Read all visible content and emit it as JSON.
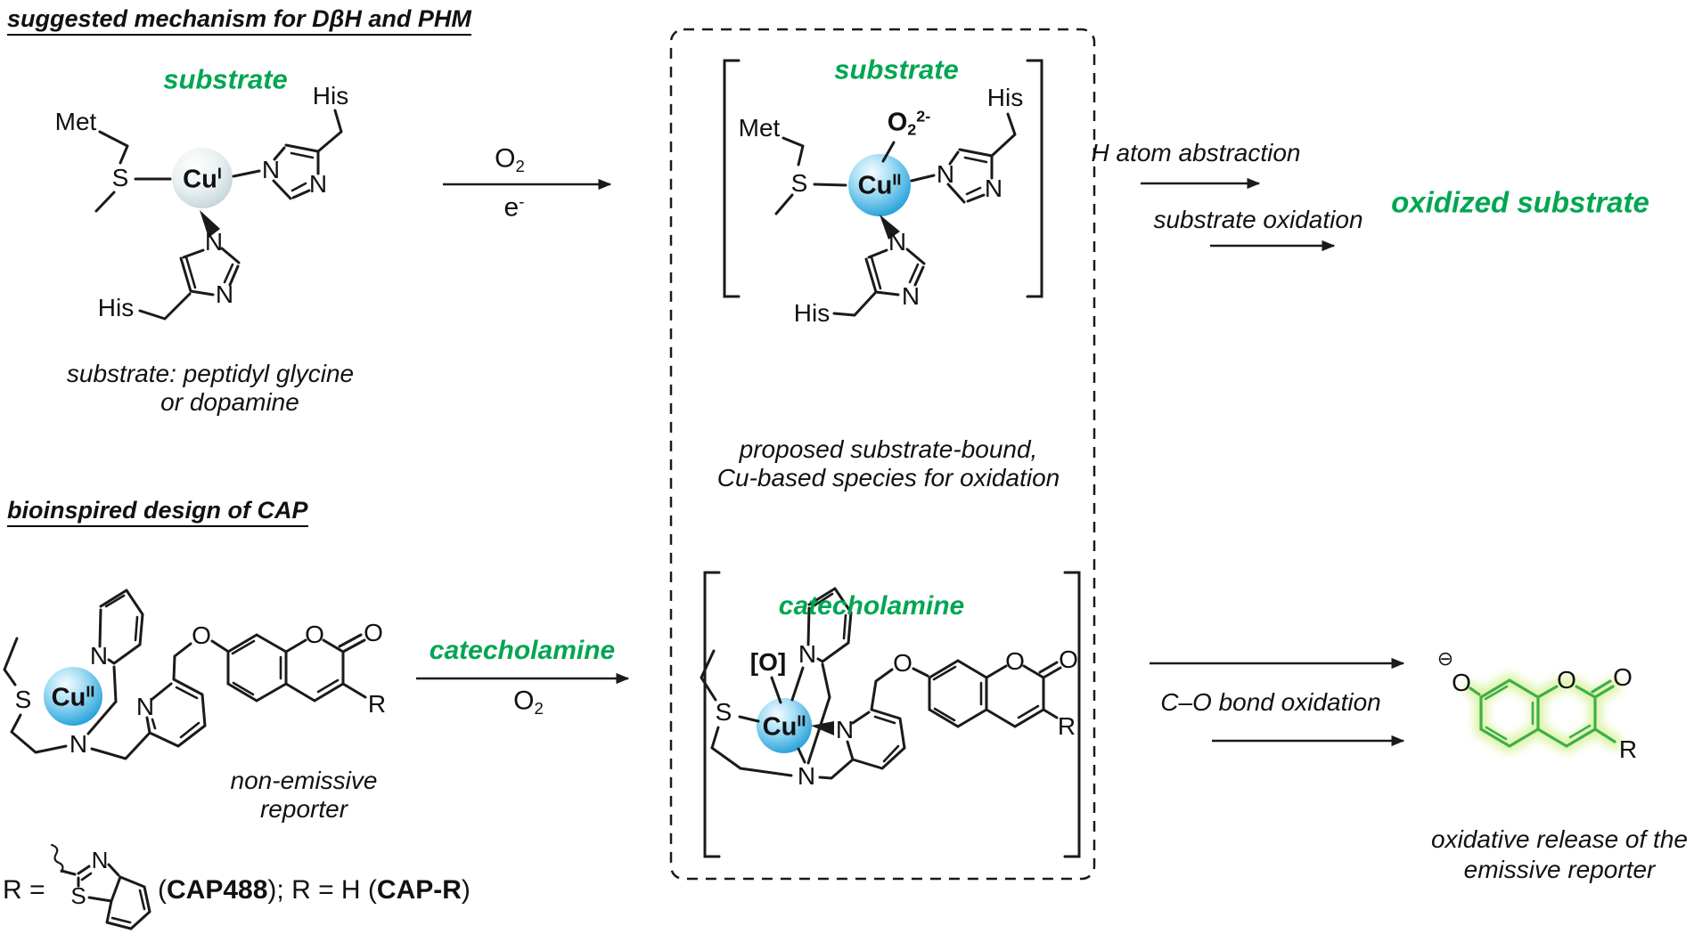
{
  "palette": {
    "green_text": "#00a651",
    "green_bond": "#3fae49",
    "glow_green": "#dbf3a5",
    "cu1_sphere": "#c3d3d8",
    "cu2_sphere": "#159ad6",
    "bond_black": "#1a1a1a"
  },
  "headers": {
    "mechanism_title": "suggested mechanism for DβH and PHM",
    "cap_title": "bioinspired design of CAP"
  },
  "green_labels": {
    "substrate": "substrate",
    "catecholamine": "catecholamine",
    "oxidized_substrate": "oxidized substrate"
  },
  "captions": {
    "substrate_line1": "substrate: peptidyl glycine",
    "substrate_line2": "or dopamine",
    "proposed_line1": "proposed substrate-bound,",
    "proposed_line2": "Cu-based species for oxidation",
    "nonemissive_line1": "non-emissive",
    "nonemissive_line2": "reporter",
    "release_line1": "oxidative release of the",
    "release_line2": "emissive reporter"
  },
  "arrows": {
    "h_abstraction": "H atom abstraction",
    "substrate_oxidation": "substrate oxidation",
    "co_bond_oxidation": "C–O bond oxidation"
  },
  "atoms": {
    "Met": "Met",
    "His": "His",
    "S": "S",
    "N": "N",
    "O": "O",
    "Cu": "Cu",
    "R": "R",
    "e": "e",
    "oxI": "I",
    "oxII": "II",
    "sub2": "2",
    "sup2minus": "2-",
    "supminus": "-",
    "oxo": "[O]",
    "minus_circle": "⊖"
  },
  "r_definitions": {
    "prefix": "R =",
    "open_paren": "(",
    "cap488": "CAP488",
    "middle": "); R = H (",
    "capr": "CAP-R",
    "close_paren": ")"
  }
}
